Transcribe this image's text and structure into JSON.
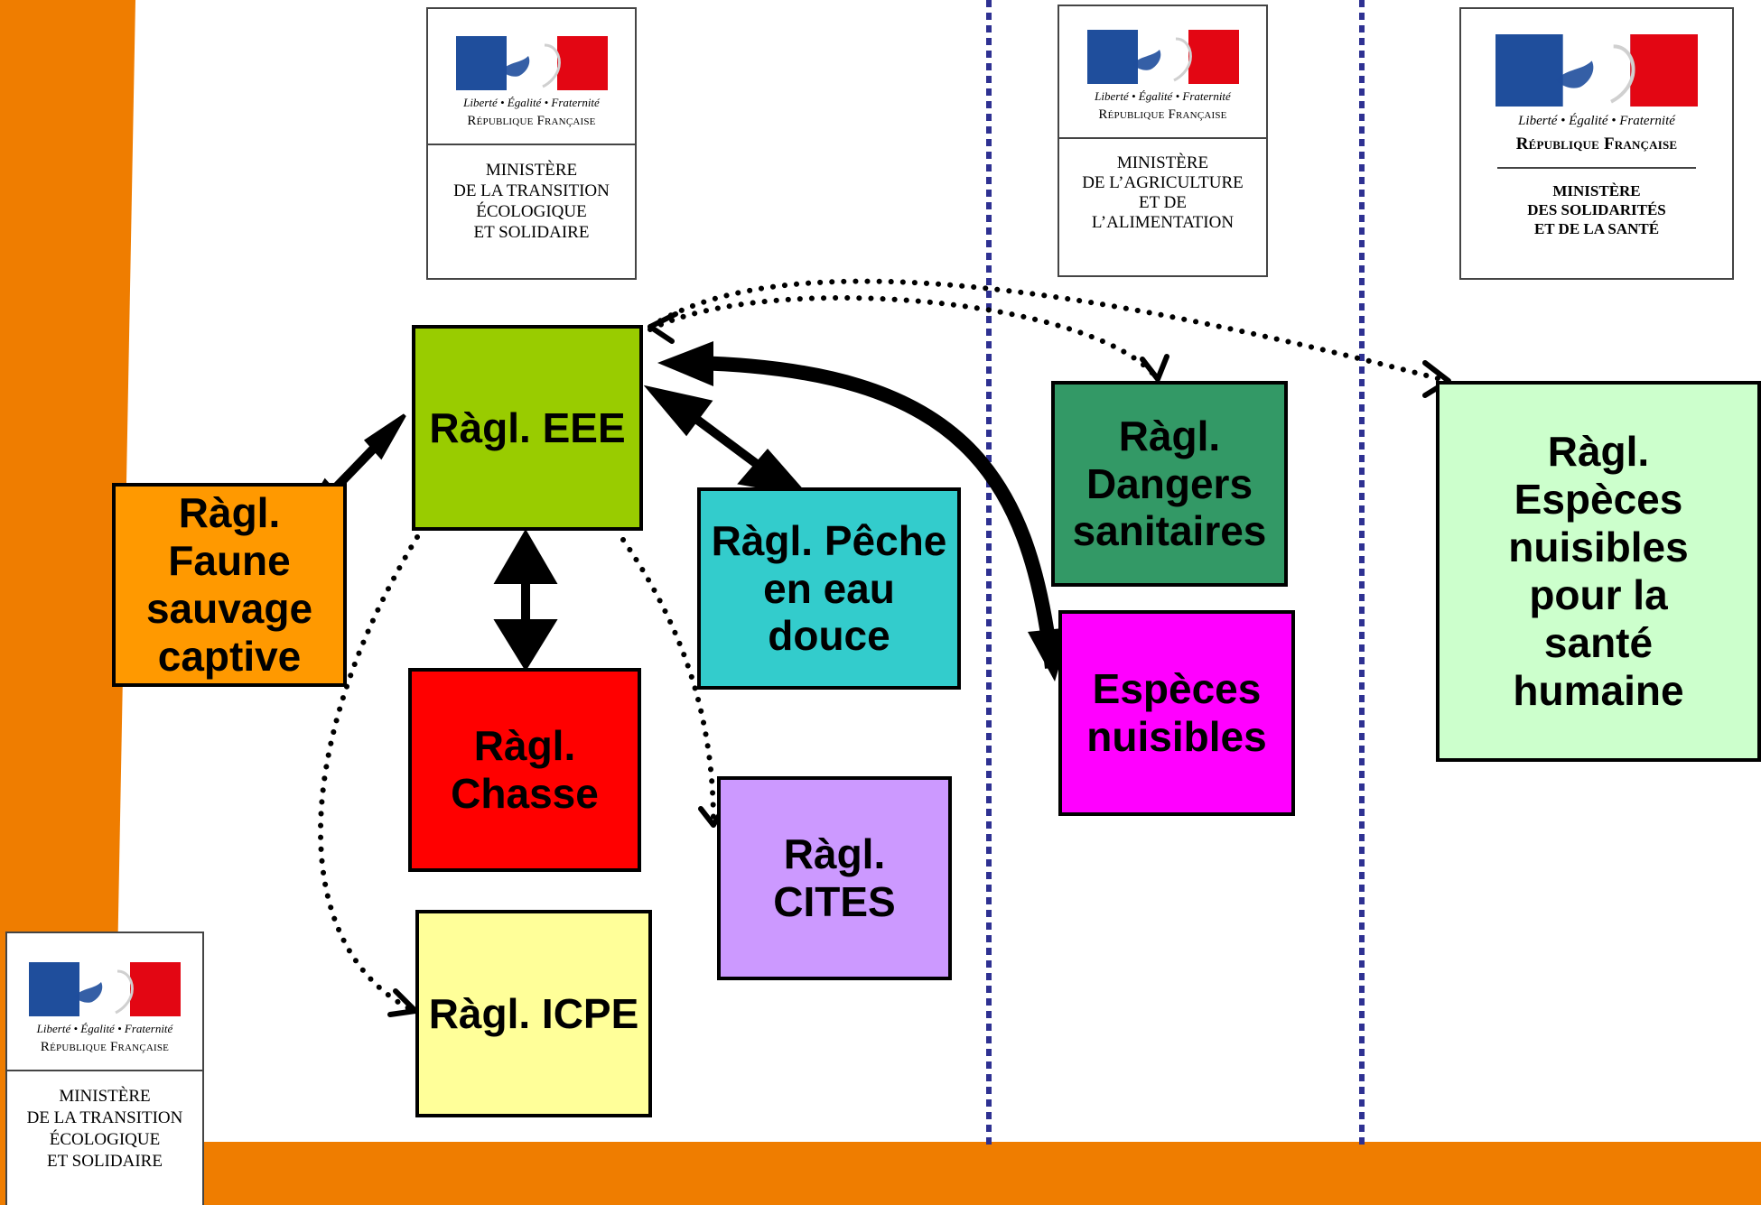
{
  "colors": {
    "orange": "#ef7d00",
    "separator": "#2e3192",
    "eee": "#99cc00",
    "faune": "#ff9900",
    "chasse": "#ff0000",
    "peche": "#33cccc",
    "cites": "#cc99ff",
    "icpe": "#ffff99",
    "dangers": "#339966",
    "nuisibles": "#ff00ff",
    "sante": "#ccffcc",
    "flag_blue": "#1f4e9c",
    "flag_red": "#e30613"
  },
  "logos": {
    "motto": "Liberté • Égalité • Fraternité",
    "republic": "République Française",
    "transition": {
      "lines": [
        "Ministère",
        "de la transition",
        "écologique",
        "et solidaire"
      ]
    },
    "agriculture": {
      "lines": [
        "Ministère",
        "de l’agriculture",
        "et de",
        "l’alimentation"
      ]
    },
    "sante": {
      "lines": [
        "Ministère",
        "des solidarités",
        "et de la santé"
      ]
    },
    "transition_bottom": {
      "lines": [
        "Ministère",
        "de la transition",
        "écologique",
        "et solidaire"
      ]
    }
  },
  "boxes": {
    "eee": [
      "Ràgl. EEE"
    ],
    "faune": [
      "Ràgl.",
      "Faune",
      "sauvage",
      "captive"
    ],
    "chasse": [
      "Ràgl.",
      "Chasse"
    ],
    "peche": [
      "Ràgl. Pêche",
      "en eau",
      "douce"
    ],
    "cites": [
      "Ràgl.",
      "CITES"
    ],
    "icpe": [
      "Ràgl. ICPE"
    ],
    "dangers": [
      "Ràgl.",
      "Dangers",
      "sanitaires"
    ],
    "nuisibles": [
      "Espèces",
      "nuisibles"
    ],
    "sante": [
      "Ràgl.",
      "Espèces",
      "nuisibles",
      "pour la",
      "santé",
      "humaine"
    ]
  }
}
